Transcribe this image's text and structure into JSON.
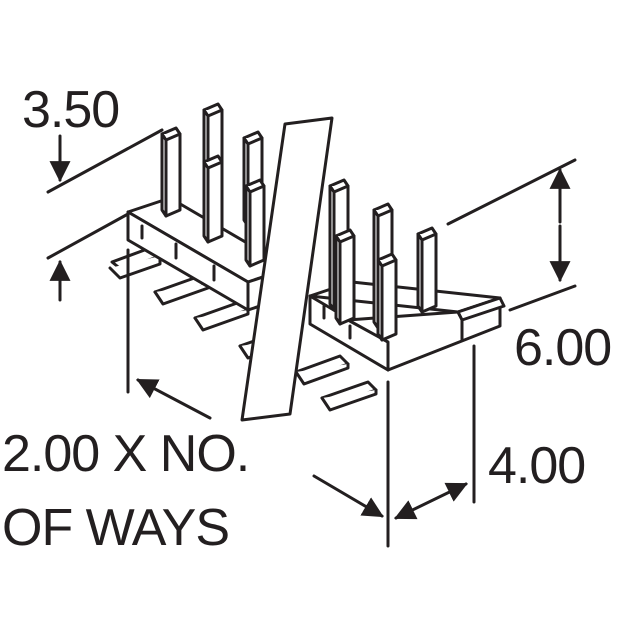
{
  "colors": {
    "ink": "#231f20",
    "paper": "#ffffff"
  },
  "dimensions": {
    "pin_height": "3.50",
    "body_height": "6.00",
    "depth": "4.00",
    "length_line1": "2.00 X NO.",
    "length_line2": "OF WAYS"
  }
}
